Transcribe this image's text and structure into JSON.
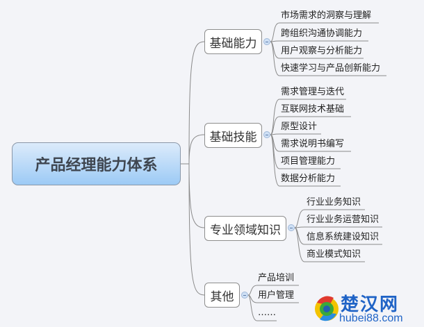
{
  "root": {
    "label": "产品经理能力体系"
  },
  "branches": [
    {
      "label": "基础能力",
      "children": [
        "市场需求的洞察与理解",
        "跨组织沟通协调能力",
        "用户观察与分析能力",
        "快速学习与产品创新能力"
      ]
    },
    {
      "label": "基础技能",
      "children": [
        "需求管理与迭代",
        "互联网技术基础",
        "原型设计",
        "需求说明书编写",
        "项目管理能力",
        "数据分析能力"
      ]
    },
    {
      "label": "专业领域知识",
      "children": [
        "行业业务知识",
        "行业业务运营知识",
        "信息系统建设知识",
        "商业模式知识"
      ]
    },
    {
      "label": "其他",
      "children": [
        "产品培训",
        "用户管理",
        "……"
      ]
    }
  ],
  "watermark": {
    "name": "楚汉网",
    "url": "hubei88.com"
  },
  "colors": {
    "root_fill": "#9ccaf5",
    "line": "#8a8a8a",
    "watermark": "#1f63c6"
  }
}
